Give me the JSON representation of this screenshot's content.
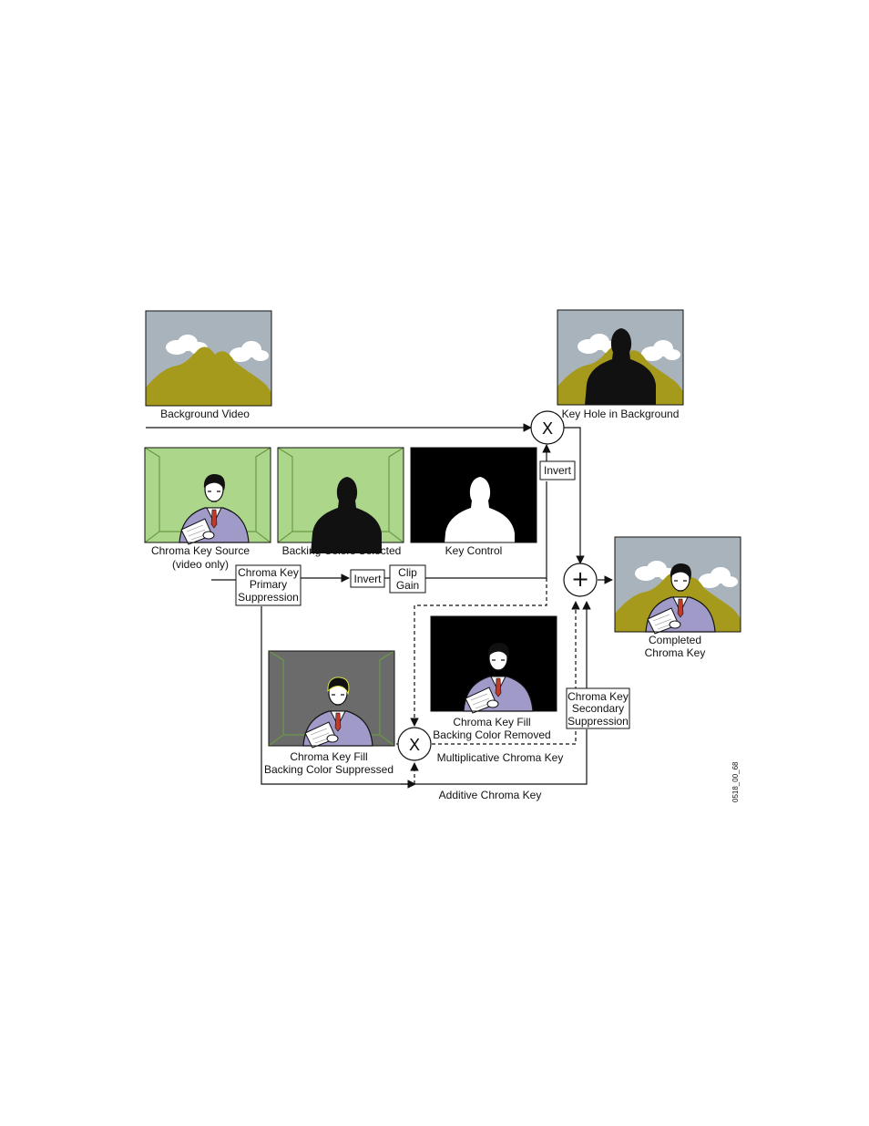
{
  "palette": {
    "sky": "#a9b3bc",
    "mountain": "#a59a1c",
    "backing_green": "#acd68a",
    "backing_line": "#6a9a45",
    "suppressed_gray": "#6b6b6b",
    "suit": "#a09ac8",
    "tie": "#c0392b",
    "skin": "#ffffff",
    "hair": "#111111",
    "halo": "#d8e24a"
  },
  "thumbnails": {
    "background_video": "Background Video",
    "key_hole": "Key Hole in Background",
    "chroma_key_source": [
      "Chroma Key Source",
      "(video only)"
    ],
    "backing_colors_selected": "Backing Colors Selected",
    "key_control": "Key Control",
    "completed": [
      "Completed",
      "Chroma Key"
    ],
    "fill_suppressed": [
      "Chroma Key Fill",
      "Backing Color Suppressed"
    ],
    "fill_removed": [
      "Chroma Key Fill",
      "Backing Color Removed"
    ]
  },
  "boxes": {
    "invert_top": "Invert",
    "primary": [
      "Chroma Key",
      "Primary",
      "Suppression"
    ],
    "invert_mid": "Invert",
    "clip_gain": [
      "Clip",
      "Gain"
    ],
    "secondary": [
      "Chroma Key",
      "Secondary",
      "Suppression"
    ]
  },
  "symbols": {
    "multiply": "X",
    "add": "+"
  },
  "path_labels": {
    "multiplicative": "Multiplicative Chroma Key",
    "additive": "Additive Chroma Key"
  },
  "figure_id": "0518_00_68"
}
